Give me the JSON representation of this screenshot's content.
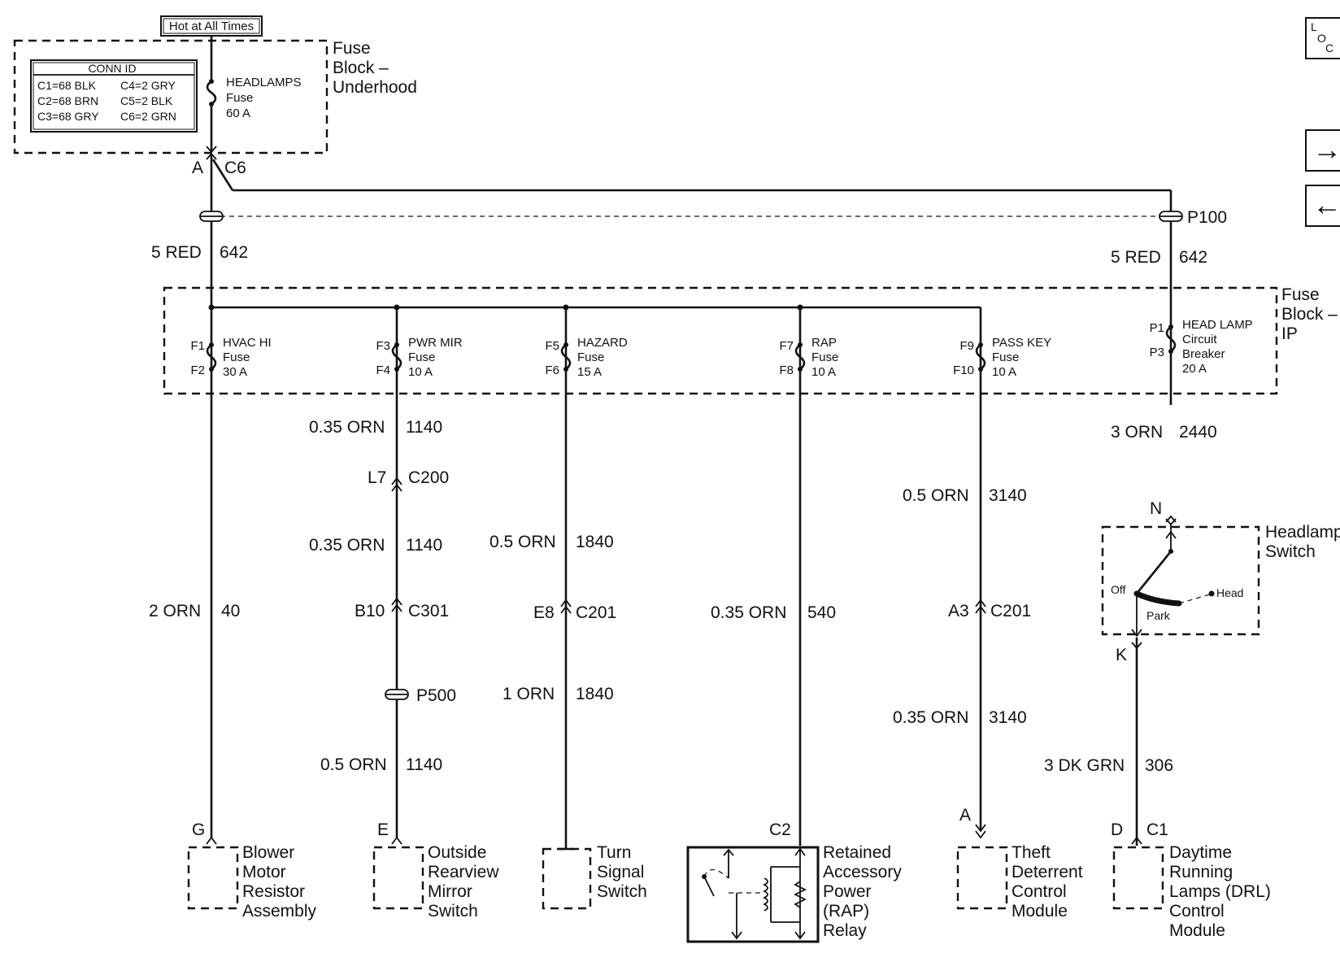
{
  "hot_label": "Hot at All Times",
  "fuse_block_underhood": {
    "line1": "Fuse",
    "line2": "Block –",
    "line3": "Underhood"
  },
  "conn_id": {
    "title": "CONN ID",
    "rows": [
      [
        "C1=68 BLK",
        "C4=2 GRY"
      ],
      [
        "C2=68 BRN",
        "C5=2 BLK"
      ],
      [
        "C3=68 GRY",
        "C6=2 GRN"
      ]
    ]
  },
  "headlamps_fuse": {
    "line1": "HEADLAMPS",
    "line2": "Fuse",
    "line3": "60 A"
  },
  "conn_top": {
    "pin": "A",
    "name": "C6"
  },
  "splice_p100": "P100",
  "left_feed": {
    "gauge": "5 RED",
    "circuit": "642"
  },
  "right_feed": {
    "gauge": "5 RED",
    "circuit": "642"
  },
  "fuse_block_ip": {
    "line1": "Fuse",
    "line2": "Block –",
    "line3": "IP"
  },
  "fuses": [
    {
      "top": "F1",
      "bottom": "F2",
      "name": "HVAC HI",
      "type": "Fuse",
      "rating": "30 A"
    },
    {
      "top": "F3",
      "bottom": "F4",
      "name": "PWR MIR",
      "type": "Fuse",
      "rating": "10 A"
    },
    {
      "top": "F5",
      "bottom": "F6",
      "name": "HAZARD",
      "type": "Fuse",
      "rating": "15 A"
    },
    {
      "top": "F7",
      "bottom": "F8",
      "name": "RAP",
      "type": "Fuse",
      "rating": "10 A"
    },
    {
      "top": "F9",
      "bottom": "F10",
      "name": "PASS KEY",
      "type": "Fuse",
      "rating": "10 A"
    },
    {
      "top": "P1",
      "bottom": "P3",
      "name": "HEAD LAMP",
      "type": "Circuit",
      "type2": "Breaker",
      "rating": "20 A"
    }
  ],
  "wires": {
    "w40": {
      "gauge": "2 ORN",
      "circuit": "40"
    },
    "w1140a": {
      "gauge": "0.35 ORN",
      "circuit": "1140"
    },
    "w1140b": {
      "gauge": "0.35 ORN",
      "circuit": "1140"
    },
    "w1140c": {
      "gauge": "0.5 ORN",
      "circuit": "1140"
    },
    "w1840a": {
      "gauge": "0.5 ORN",
      "circuit": "1840"
    },
    "w1840b": {
      "gauge": "1 ORN",
      "circuit": "1840"
    },
    "w540": {
      "gauge": "0.35 ORN",
      "circuit": "540"
    },
    "w3140a": {
      "gauge": "0.5 ORN",
      "circuit": "3140"
    },
    "w3140b": {
      "gauge": "0.35 ORN",
      "circuit": "3140"
    },
    "w2440": {
      "gauge": "3 ORN",
      "circuit": "2440"
    },
    "w306": {
      "gauge": "3 DK GRN",
      "circuit": "306"
    }
  },
  "connectors": {
    "c200": {
      "pin": "L7",
      "name": "C200"
    },
    "c301": {
      "pin": "B10",
      "name": "C301"
    },
    "c201a": {
      "pin": "E8",
      "name": "C201"
    },
    "c201b": {
      "pin": "A3",
      "name": "C201"
    },
    "p500": "P500"
  },
  "headlamp_switch": {
    "title1": "Headlamp",
    "title2": "Switch",
    "pin_in": "N",
    "pin_out": "K",
    "off": "Off",
    "park": "Park",
    "head": "Head"
  },
  "components": {
    "blower": {
      "pin": "G",
      "lines": [
        "Blower",
        "Motor",
        "Resistor",
        "Assembly"
      ]
    },
    "mirror": {
      "pin": "E",
      "lines": [
        "Outside",
        "Rearview",
        "Mirror",
        "Switch"
      ]
    },
    "turn": {
      "lines": [
        "Turn",
        "Signal",
        "Switch"
      ]
    },
    "rap": {
      "pin": "C2",
      "lines": [
        "Retained",
        "Accessory",
        "Power",
        "(RAP)",
        "Relay"
      ]
    },
    "theft": {
      "pin": "A",
      "lines": [
        "Theft",
        "Deterrent",
        "Control",
        "Module"
      ]
    },
    "drl": {
      "pin1": "D",
      "pin2": "C1",
      "lines": [
        "Daytime",
        "Running",
        "Lamps (DRL)",
        "Control",
        "Module"
      ]
    }
  },
  "nav": {
    "loc_line1": "L",
    "loc_line2": "O",
    "loc_line3": "C",
    "forward": "→",
    "back": "←"
  }
}
